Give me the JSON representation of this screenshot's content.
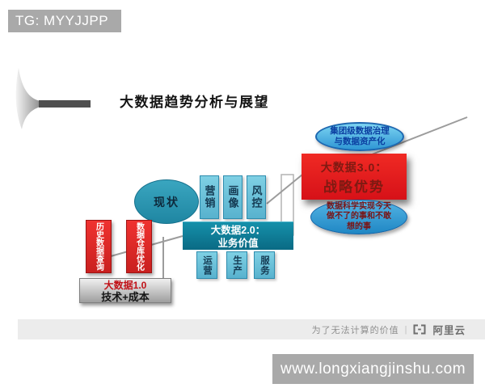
{
  "watermarks": {
    "telegram_badge": "TG: MYYJJPP",
    "site_badge": "www.longxiangjinshu.com"
  },
  "slide": {
    "title": "大数据趋势分析与展望",
    "diagram": {
      "status_label": "现状",
      "stage1": {
        "title": "大数据1.0",
        "subtitle": "技术+成本",
        "pillars": [
          "历史数据查询",
          "数据仓库优化"
        ]
      },
      "stage2": {
        "title": "大数据2.0：",
        "subtitle": "业务价值",
        "top_pillars": [
          "营销",
          "画像",
          "风控"
        ],
        "bottom_pillars": [
          "运营",
          "生产",
          "服务"
        ]
      },
      "stage3": {
        "title": "大数据3.0：",
        "subtitle": "战略优势",
        "governance_note": {
          "line1": "集团级数据治理",
          "line2": "与数据资产化"
        },
        "science_note": {
          "line1": "数据科学实现今天",
          "line2": "做不了的事和不敢",
          "line3": "想的事"
        }
      }
    },
    "footer": {
      "slogan": "为了无法计算的价值",
      "divider": "|",
      "brand": "阿里云",
      "logo_icon": "aliyun-brackets-icon"
    }
  },
  "colors": {
    "accent_red": "#e11d23",
    "stage2_teal": "#0c7a94",
    "status_teal": "#2b97b2",
    "pillar_blue": "#6cc5de",
    "note_blue": "#3fa8e0",
    "badge_gray": "#a9a9a9",
    "footer_gray": "#ececec",
    "connector_gray": "#9c9c9c"
  }
}
